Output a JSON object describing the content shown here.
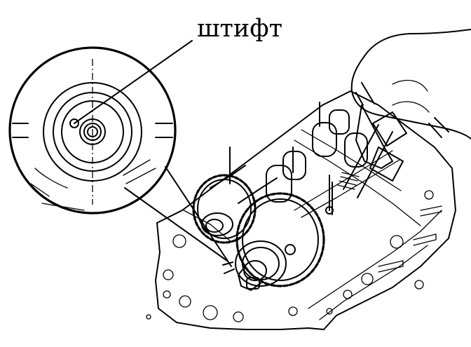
{
  "figure": {
    "callout_label": "штифт",
    "colors": {
      "ink": "#000000",
      "paper": "#ffffff"
    },
    "parts": [
      "magnified-inset",
      "camshaft-sprocket",
      "dowel-pin",
      "engine-cylinder-head",
      "wrench",
      "hand"
    ]
  }
}
